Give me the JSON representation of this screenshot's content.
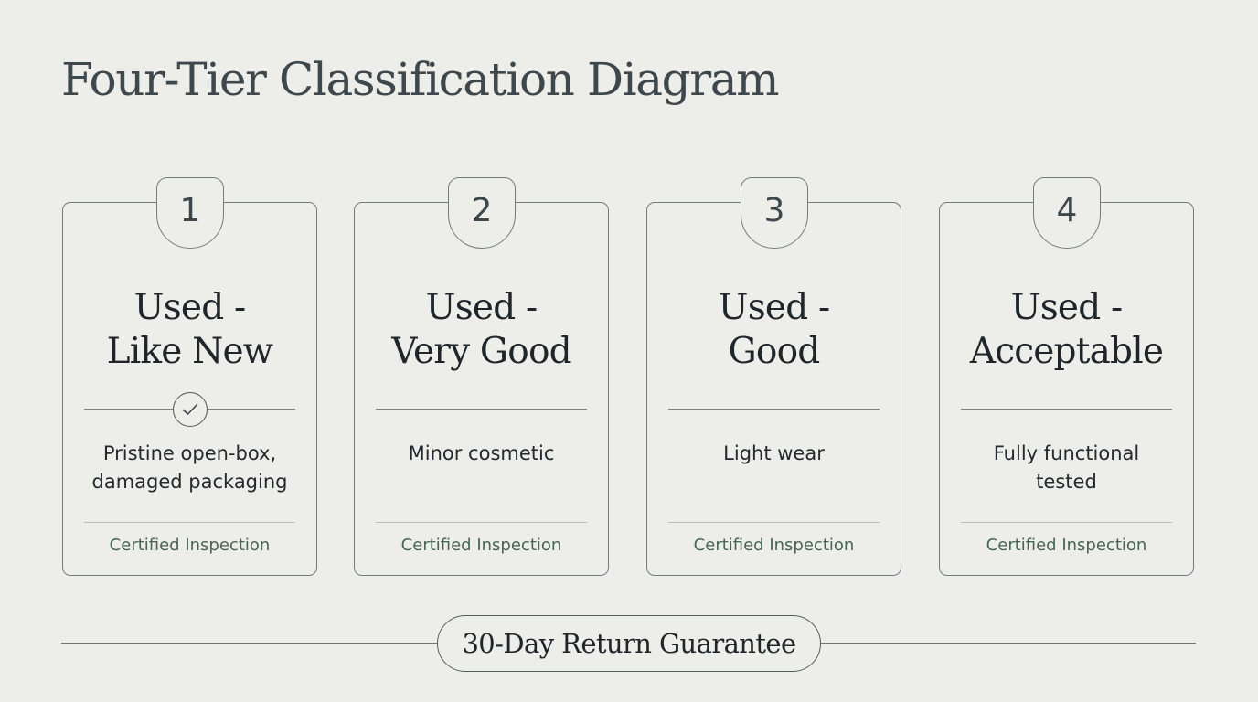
{
  "title": "Four-Tier Classification Diagram",
  "tiers": [
    {
      "number": "1",
      "heading_lines": [
        "Used -",
        "Like New"
      ],
      "description_lines": [
        "Pristine open-box,",
        "damaged packaging"
      ],
      "footer": "Certified Inspection",
      "icon": "check-circle-icon"
    },
    {
      "number": "2",
      "heading_lines": [
        "Used -",
        "Very Good"
      ],
      "description_lines": [
        "Minor cosmetic"
      ],
      "footer": "Certified Inspection"
    },
    {
      "number": "3",
      "heading_lines": [
        "Used -",
        "Good"
      ],
      "description_lines": [
        "Light wear"
      ],
      "footer": "Certified Inspection"
    },
    {
      "number": "4",
      "heading_lines": [
        "Used -",
        "Acceptable"
      ],
      "description_lines": [
        "Fully functional",
        "tested"
      ],
      "footer": "Certified Inspection"
    }
  ],
  "guarantee": "30-Day Return Guarantee",
  "colors": {
    "background": "#ededea",
    "border": "#737b7f",
    "accent_green": "#4a6452",
    "text": "#1f2529"
  }
}
